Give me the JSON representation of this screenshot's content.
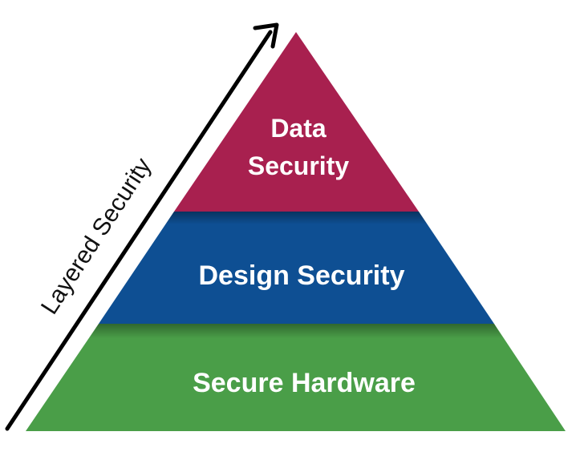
{
  "pyramid": {
    "layers": [
      {
        "id": "top",
        "label_lines": [
          "Data",
          "Security"
        ],
        "color": "#A8204F"
      },
      {
        "id": "middle",
        "label_lines": [
          "Design Security"
        ],
        "color": "#0E4F93"
      },
      {
        "id": "bottom",
        "label_lines": [
          "Secure Hardware"
        ],
        "color": "#4A9E48"
      }
    ]
  },
  "arrow": {
    "label": "Layered Security",
    "color": "#000000"
  }
}
